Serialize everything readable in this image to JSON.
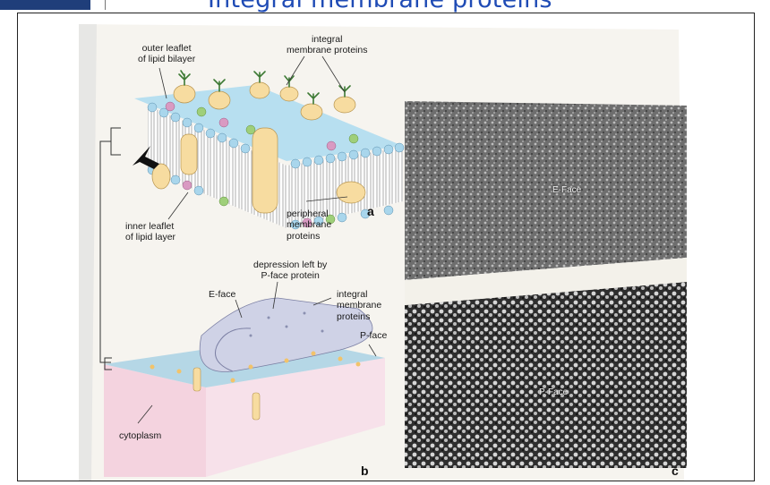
{
  "slide": {
    "title": "Integral membrane proteins"
  },
  "figure": {
    "panel_a": {
      "letter": "a",
      "labels": {
        "outer_leaflet": "outer leaflet\nof lipid bilayer",
        "integral_proteins": "integral\nmembrane proteins",
        "inner_leaflet": "inner leaflet\nof lipid layer",
        "peripheral_proteins": "peripheral\nmembrane\nproteins"
      }
    },
    "panel_b": {
      "letter": "b",
      "labels": {
        "depression": "depression left by\nP-face protein",
        "e_face": "E-face",
        "integral_proteins": "integral\nmembrane\nproteins",
        "p_face": "P-face",
        "cytoplasm": "cytoplasm"
      }
    },
    "panel_c": {
      "letter": "c",
      "e_face": "E-Face",
      "p_face": "P-Face"
    },
    "colors": {
      "head_blue": "#a9d6ec",
      "head_pink": "#d99ac2",
      "head_green": "#9fcf7a",
      "protein": "#f7dca0",
      "sugar": "#3d7a34",
      "page": "#f6f4ef",
      "cytoplasm": "#f4d3df",
      "title": "#1f4bb5"
    }
  }
}
